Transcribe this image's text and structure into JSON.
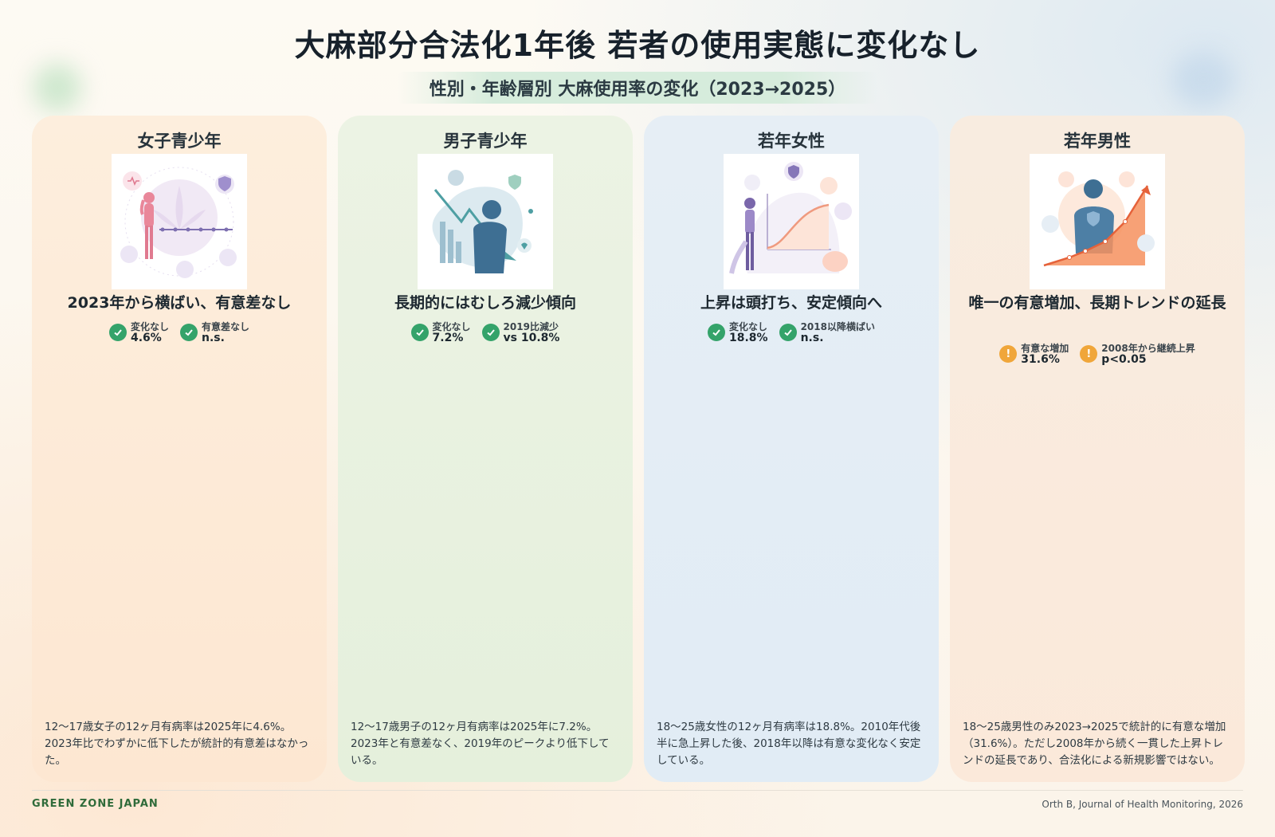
{
  "title": "大麻部分合法化1年後 若者の使用実態に変化なし",
  "subtitle": "性別・年齢層別 大麻使用率の変化（2023→2025）",
  "cards": [
    {
      "title": "女子青少年",
      "illustration": "girl-flat-trend-illustration",
      "headline": "2023年から横ばい、有意差なし",
      "stats": [
        {
          "icon": "check-icon",
          "label": "変化なし",
          "value": "4.6%"
        },
        {
          "icon": "check-icon",
          "label": "有意差なし",
          "value": "n.s."
        }
      ],
      "description": "12〜17歳女子の12ヶ月有病率は2025年に4.6%。2023年比でわずかに低下したが統計的有意差はなかった。"
    },
    {
      "title": "男子青少年",
      "illustration": "boy-declining-trend-illustration",
      "headline": "長期的にはむしろ減少傾向",
      "stats": [
        {
          "icon": "check-icon",
          "label": "変化なし",
          "value": "7.2%"
        },
        {
          "icon": "check-icon",
          "label": "2019比減少",
          "value": "vs 10.8%"
        }
      ],
      "description": "12〜17歳男子の12ヶ月有病率は2025年に7.2%。2023年と有意差なく、2019年のピークより低下している。"
    },
    {
      "title": "若年女性",
      "illustration": "woman-plateau-curve-illustration",
      "headline": "上昇は頭打ち、安定傾向へ",
      "stats": [
        {
          "icon": "check-icon",
          "label": "変化なし",
          "value": "18.8%"
        },
        {
          "icon": "check-icon",
          "label": "2018以降横ばい",
          "value": "n.s."
        }
      ],
      "description": "18〜25歳女性の12ヶ月有病率は18.8%。2010年代後半に急上昇した後、2018年以降は有意な変化なく安定している。"
    },
    {
      "title": "若年男性",
      "illustration": "man-rising-trend-illustration",
      "headline": "唯一の有意増加、長期トレンドの延長",
      "stats": [
        {
          "icon": "warning-icon",
          "label": "有意な増加",
          "value": "31.6%"
        },
        {
          "icon": "warning-icon",
          "label": "2008年から継続上昇",
          "value": "p<0.05"
        }
      ],
      "description": "18〜25歳男性のみ2023→2025で統計的に有意な増加（31.6%）。ただし2008年から続く一貫した上昇トレンドの延長であり、合法化による新規影響ではない。"
    }
  ],
  "footer": {
    "brand": "GREEN ZONE JAPAN",
    "citation": "Orth B, Journal of Health Monitoring, 2026"
  },
  "colors": {
    "check": "#34a36a",
    "warning": "#f0a63a",
    "brand": "#2f6b3a"
  }
}
